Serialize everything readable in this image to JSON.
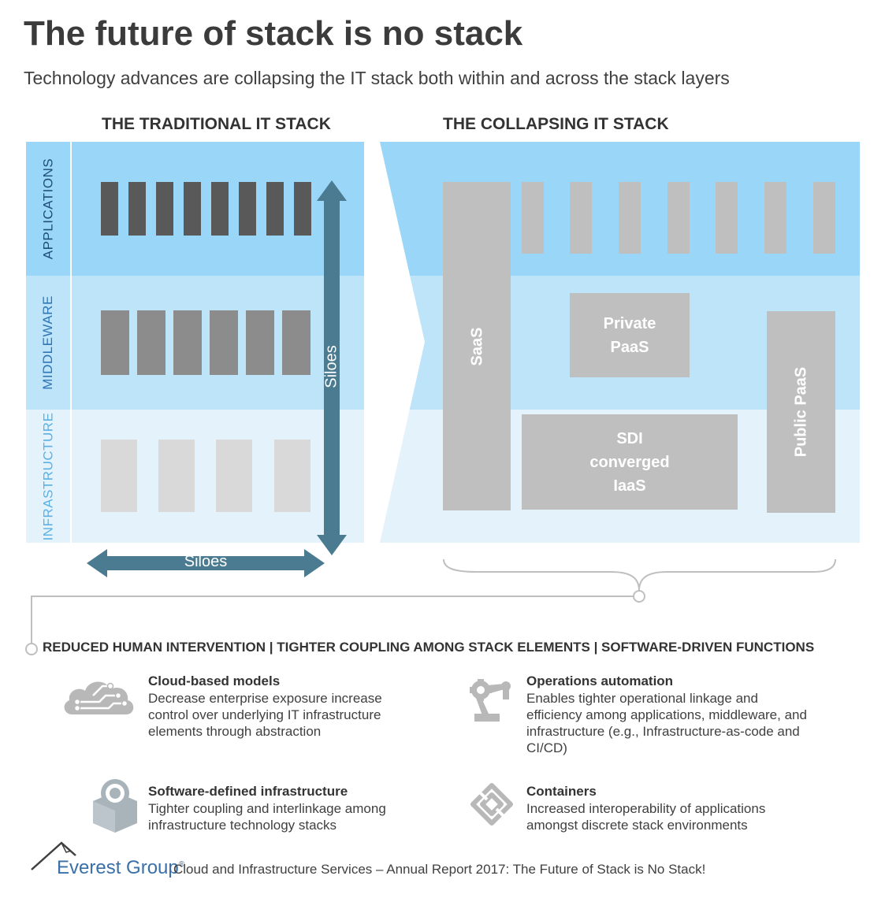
{
  "title": "The future of stack is no stack",
  "subtitle": "Technology advances are collapsing the IT stack both within and across the stack layers",
  "traditional": {
    "heading": "THE TRADITIONAL IT STACK",
    "layers": [
      "APPLICATIONS",
      "MIDDLEWARE",
      "INFRASTRUCTURE"
    ],
    "vertical_arrow_label": "Siloes",
    "horizontal_arrow_label": "Siloes"
  },
  "collapsing": {
    "heading": "THE COLLAPSING IT STACK",
    "saas": "SaaS",
    "private_paas": "Private PaaS",
    "sdi": "SDI converged IaaS",
    "public_paas": "Public PaaS"
  },
  "tagline": "REDUCED HUMAN INTERVENTION | TIGHTER COUPLING AMONG STACK ELEMENTS | SOFTWARE-DRIVEN FUNCTIONS",
  "features": [
    {
      "title": "Cloud-based models",
      "desc": "Decrease enterprise exposure increase control over underlying IT infrastructure elements through abstraction",
      "icon": "cloud-circuit-icon"
    },
    {
      "title": "Operations automation",
      "desc": "Enables tighter operational linkage and efficiency among applications, middleware, and infrastructure (e.g., Infrastructure-as-code and CI/CD)",
      "icon": "robot-arm-icon"
    },
    {
      "title": "Software-defined infrastructure",
      "desc": "Tighter coupling and interlinkage among infrastructure technology stacks",
      "icon": "box-gear-icon"
    },
    {
      "title": "Containers",
      "desc": "Increased interoperability of applications amongst discrete stack environments",
      "icon": "containers-icon"
    }
  ],
  "footer": {
    "brand": "Everest Group",
    "reg": "®",
    "text": "Cloud and Infrastructure Services – Annual Report 2017: The Future of Stack is No Stack!"
  },
  "colors": {
    "applications_band": "#99d6f7",
    "middleware_band": "#bde4f9",
    "infrastructure_band": "#e3f2fb",
    "arrow": "#4b7b90",
    "label_applications": "#1f4e79",
    "label_middleware": "#2e75b6",
    "label_infrastructure": "#5bb1e3"
  }
}
